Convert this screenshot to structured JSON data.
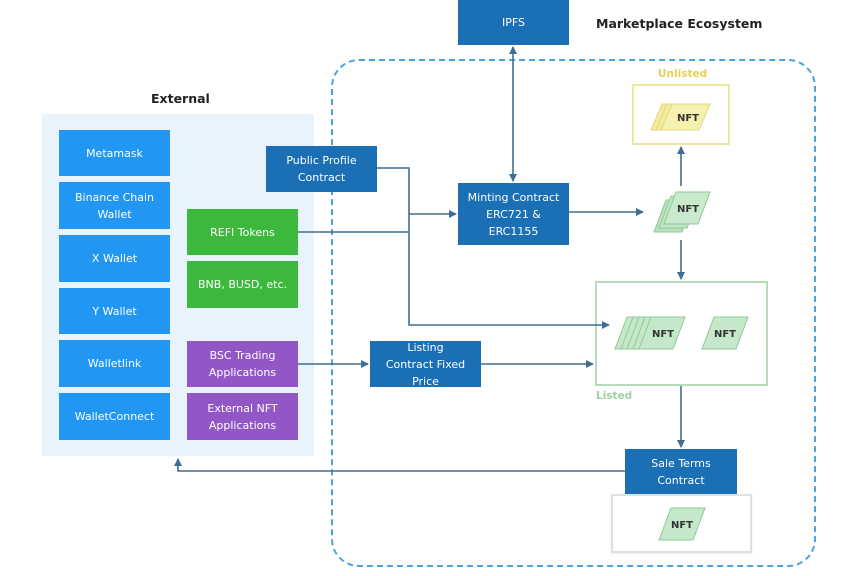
{
  "titles": {
    "external": "External",
    "marketplace": "Marketplace Ecosystem"
  },
  "external": {
    "wallets": [
      "Metamask",
      "Binance Chain Wallet",
      "X Wallet",
      "Y Wallet",
      "Walletlink",
      "WalletConnect"
    ],
    "tokens": [
      "REFI Tokens",
      "BNB, BUSD, etc."
    ],
    "applications": [
      "BSC Trading Applications",
      "External NFT Applications"
    ]
  },
  "nodes": {
    "ipfs": "IPFS",
    "public_profile": "Public Profile Contract",
    "minting": "Minting Contract ERC721 & ERC1155",
    "listing": "Listing Contract Fixed Price",
    "sale_terms": "Sale Terms Contract"
  },
  "groups": {
    "unlisted": "Unlisted",
    "listed": "Listed"
  },
  "nft_label": "NFT",
  "colors": {
    "wallet": "#2196f3",
    "contract": "#1a6fb5",
    "token": "#3cb83c",
    "application": "#9356c7",
    "arrow": "#3f6e94",
    "unlisted": "#e8d870",
    "listed": "#9fd3a6",
    "ecosystem_border": "#4fa3dd"
  }
}
